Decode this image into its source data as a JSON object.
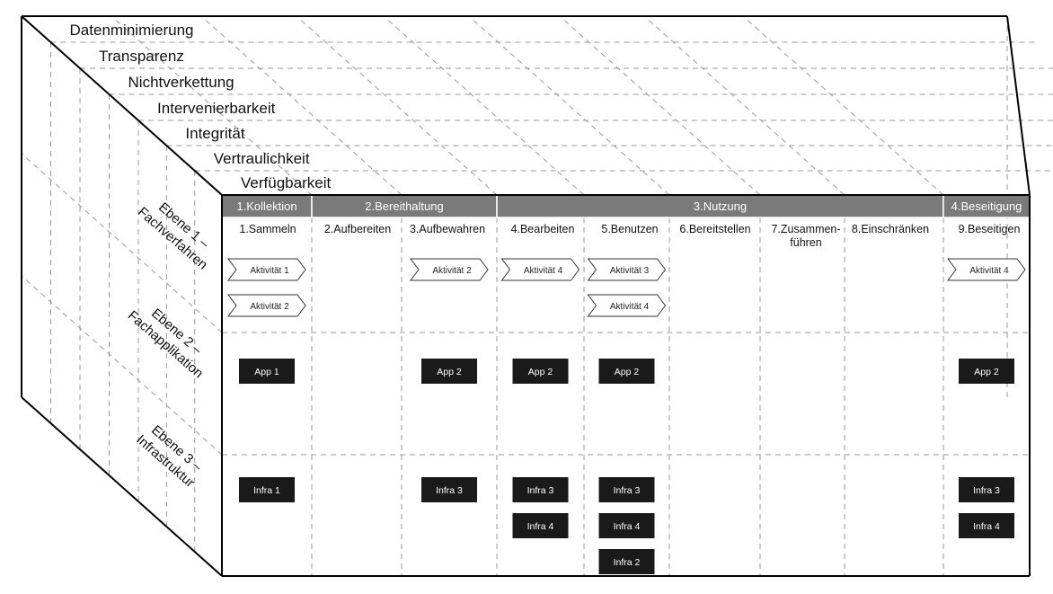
{
  "goals": [
    "Datenminimierung",
    "Transparenz",
    "Nichtverkettung",
    "Intervenierbarkeit",
    "Integrität",
    "Vertraulichkeit",
    "Verfügbarkeit"
  ],
  "phases": [
    "1.Kollektion",
    "2.Bereithaltung",
    "3.Nutzung",
    "4.Beseitigung"
  ],
  "steps": [
    {
      "lines": [
        "1.Sammeln"
      ]
    },
    {
      "lines": [
        "2.Aufbereiten"
      ]
    },
    {
      "lines": [
        "3.Aufbewahren"
      ]
    },
    {
      "lines": [
        "4.Bearbeiten"
      ]
    },
    {
      "lines": [
        "5.Benutzen"
      ]
    },
    {
      "lines": [
        "6.Bereitstellen"
      ]
    },
    {
      "lines": [
        "7.Zusammen-",
        "führen"
      ]
    },
    {
      "lines": [
        "8.Einschränken"
      ]
    },
    {
      "lines": [
        "9.Beseitigen"
      ]
    }
  ],
  "levels": [
    {
      "lines": [
        "Ebene 1 –",
        "Fachverfahren"
      ]
    },
    {
      "lines": [
        "Ebene 2 –",
        "Fachapplikation"
      ]
    },
    {
      "lines": [
        "Ebene 3 –",
        "Infrastruktur"
      ]
    }
  ],
  "activities": [
    {
      "step": 1,
      "label": "Aktivität 1"
    },
    {
      "step": 1,
      "label": "Aktivität 2"
    },
    {
      "step": 3,
      "label": "Aktivität 2"
    },
    {
      "step": 4,
      "label": "Aktivität 4"
    },
    {
      "step": 5,
      "label": "Aktivität 3"
    },
    {
      "step": 5,
      "label": "Aktivität 4"
    },
    {
      "step": 9,
      "label": "Aktivität 4"
    }
  ],
  "apps": [
    {
      "step": 1,
      "label": "App 1"
    },
    {
      "step": 3,
      "label": "App 2"
    },
    {
      "step": 4,
      "label": "App 2"
    },
    {
      "step": 5,
      "label": "App 2"
    },
    {
      "step": 9,
      "label": "App 2"
    }
  ],
  "infra": [
    {
      "step": 1,
      "label": "Infra 1"
    },
    {
      "step": 3,
      "label": "Infra 3"
    },
    {
      "step": 4,
      "label": "Infra 3"
    },
    {
      "step": 4,
      "label": "Infra 4"
    },
    {
      "step": 5,
      "label": "Infra 3"
    },
    {
      "step": 5,
      "label": "Infra 4"
    },
    {
      "step": 5,
      "label": "Infra 2"
    },
    {
      "step": 9,
      "label": "Infra 3"
    },
    {
      "step": 9,
      "label": "Infra 4"
    }
  ],
  "colors": {
    "phase_header": "#7a7a7a",
    "box": "#1a1a1a",
    "dash": "#9a9a9a",
    "edge": "#000000"
  }
}
